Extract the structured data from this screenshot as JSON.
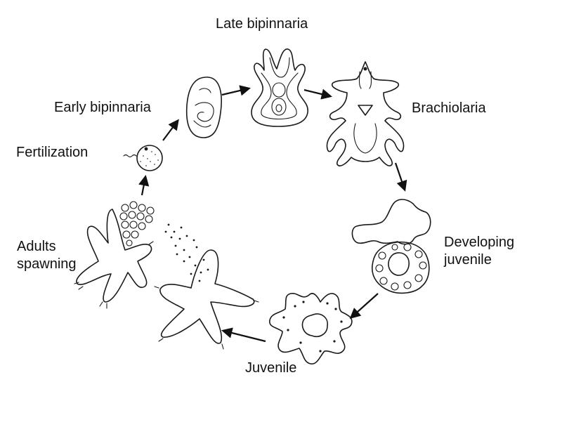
{
  "diagram": {
    "stages": [
      {
        "id": "fertilization",
        "label": "Fertilization"
      },
      {
        "id": "early-bipinnaria",
        "label": "Early bipinnaria"
      },
      {
        "id": "late-bipinnaria",
        "label": "Late bipinnaria"
      },
      {
        "id": "brachiolaria",
        "label": "Brachiolaria"
      },
      {
        "id": "developing-juvenile",
        "label_lines": [
          "Developing",
          "juvenile"
        ]
      },
      {
        "id": "juvenile",
        "label": "Juvenile"
      },
      {
        "id": "adults-spawning",
        "label_lines": [
          "Adults",
          "spawning"
        ]
      }
    ],
    "arrow_color": "#111111",
    "ink_color": "#1a1a1a",
    "background": "#ffffff"
  }
}
